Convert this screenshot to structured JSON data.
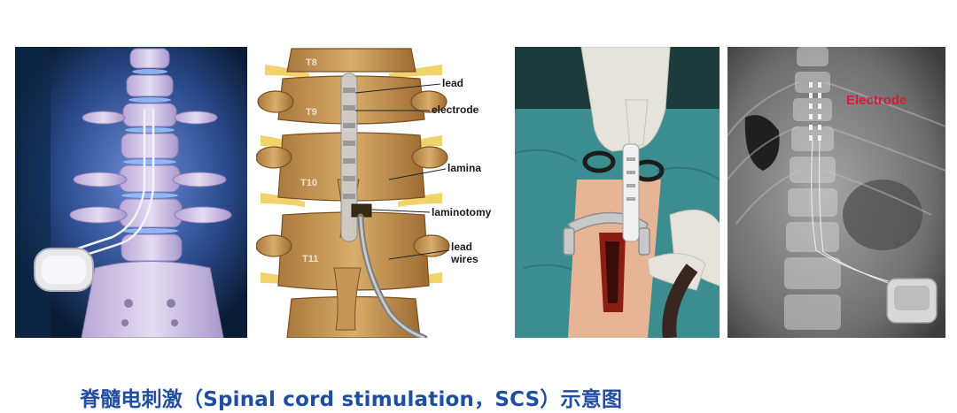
{
  "diagram": {
    "vertebra_labels": [
      "T8",
      "T9",
      "T10",
      "T11"
    ],
    "callouts": [
      "lead",
      "electrode",
      "lamina",
      "laminotomy",
      "lead",
      "wires"
    ]
  },
  "xray": {
    "label": "Electrode"
  },
  "caption": "脊髓电刺激（Spinal cord stimulation，SCS）示意图",
  "colors": {
    "caption": "#1f4ea0",
    "xray_label": "#e0193a"
  }
}
